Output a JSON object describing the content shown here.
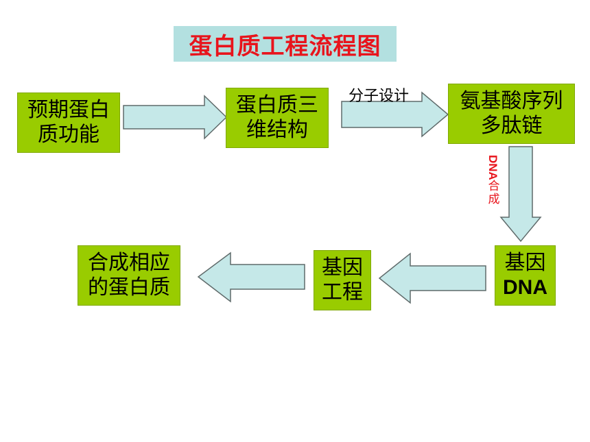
{
  "title": "蛋白质工程流程图",
  "nodes": {
    "expected_function": [
      "预期蛋白",
      "质功能"
    ],
    "structure": [
      "蛋白质三",
      "维结构"
    ],
    "amino_acid_seq": [
      "氨基酸序列",
      "多肽链"
    ],
    "gene_dna": [
      "基因",
      "DNA"
    ],
    "genetic_engineering": [
      "基因",
      "工程"
    ],
    "synthesize_protein": [
      "合成相应",
      "的蛋白质"
    ]
  },
  "edge_labels": {
    "molecular_design": "分子设计",
    "dna_synthesis_latin": "DNA",
    "dna_synthesis_cjk": [
      "合",
      "成"
    ]
  },
  "colors": {
    "box_fill": "#99cc00",
    "arrow_fill": "#c5e8e8",
    "title_bg": "#b3e0e0",
    "title_text": "#e8141c"
  }
}
